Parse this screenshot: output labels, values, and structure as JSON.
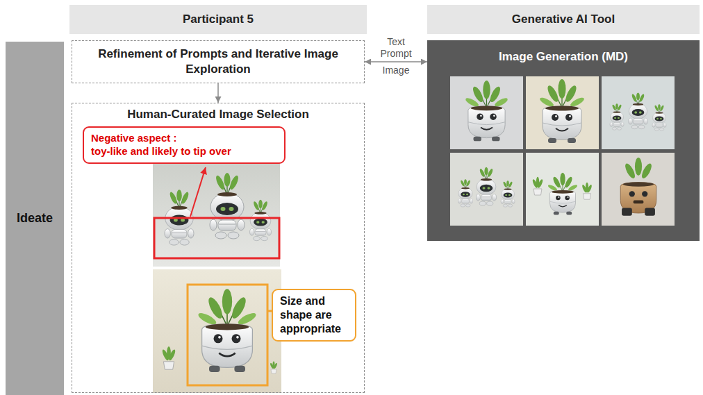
{
  "diagram": {
    "nodes": [
      {
        "text": [
          "Participant 5"
        ]
      },
      {
        "text": [
          "Generative AI Tool"
        ]
      },
      {
        "text": [
          "Ideate"
        ]
      },
      {
        "text": [
          "Refinement of Prompts and Iterative Image Exploration"
        ]
      },
      {
        "text": [
          "Image Generation (MD)"
        ]
      },
      {
        "text": [
          "Human-Curated Image Selection"
        ]
      },
      {
        "text": [
          "Negative aspect :",
          "toy-like and likely to tip over"
        ],
        "in": 5
      },
      {
        "text": [
          "Size and shape are appropriate"
        ],
        "in": 5
      }
    ],
    "edges": [
      {
        "from": 3,
        "to": 4,
        "label": "Text Prompt",
        "arrow": "both"
      },
      {
        "from": 3,
        "to": 5,
        "arrow": "to"
      }
    ],
    "labels": [
      "Image"
    ]
  }
}
